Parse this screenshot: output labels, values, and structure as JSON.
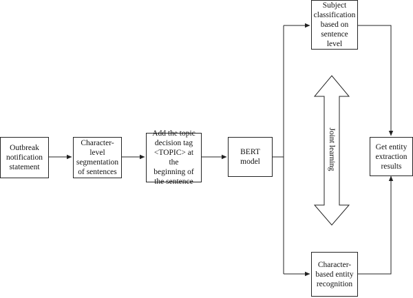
{
  "nodes": {
    "outbreak": "Outbreak\nnotification\nstatement",
    "segmentation": "Character-\nlevel\nsegmentation\nof sentences",
    "topic_tag": "Add the topic\ndecision tag\n<TOPIC> at the\nbeginning of\nthe sentence",
    "bert": "BERT model",
    "subject": "Subject\nclassification\nbased on\nsentence\nlevel",
    "ner": "Character-\nbased entity\nrecognition",
    "result": "Get entity\nextraction\nresults"
  },
  "joint_label": "Joint learning"
}
